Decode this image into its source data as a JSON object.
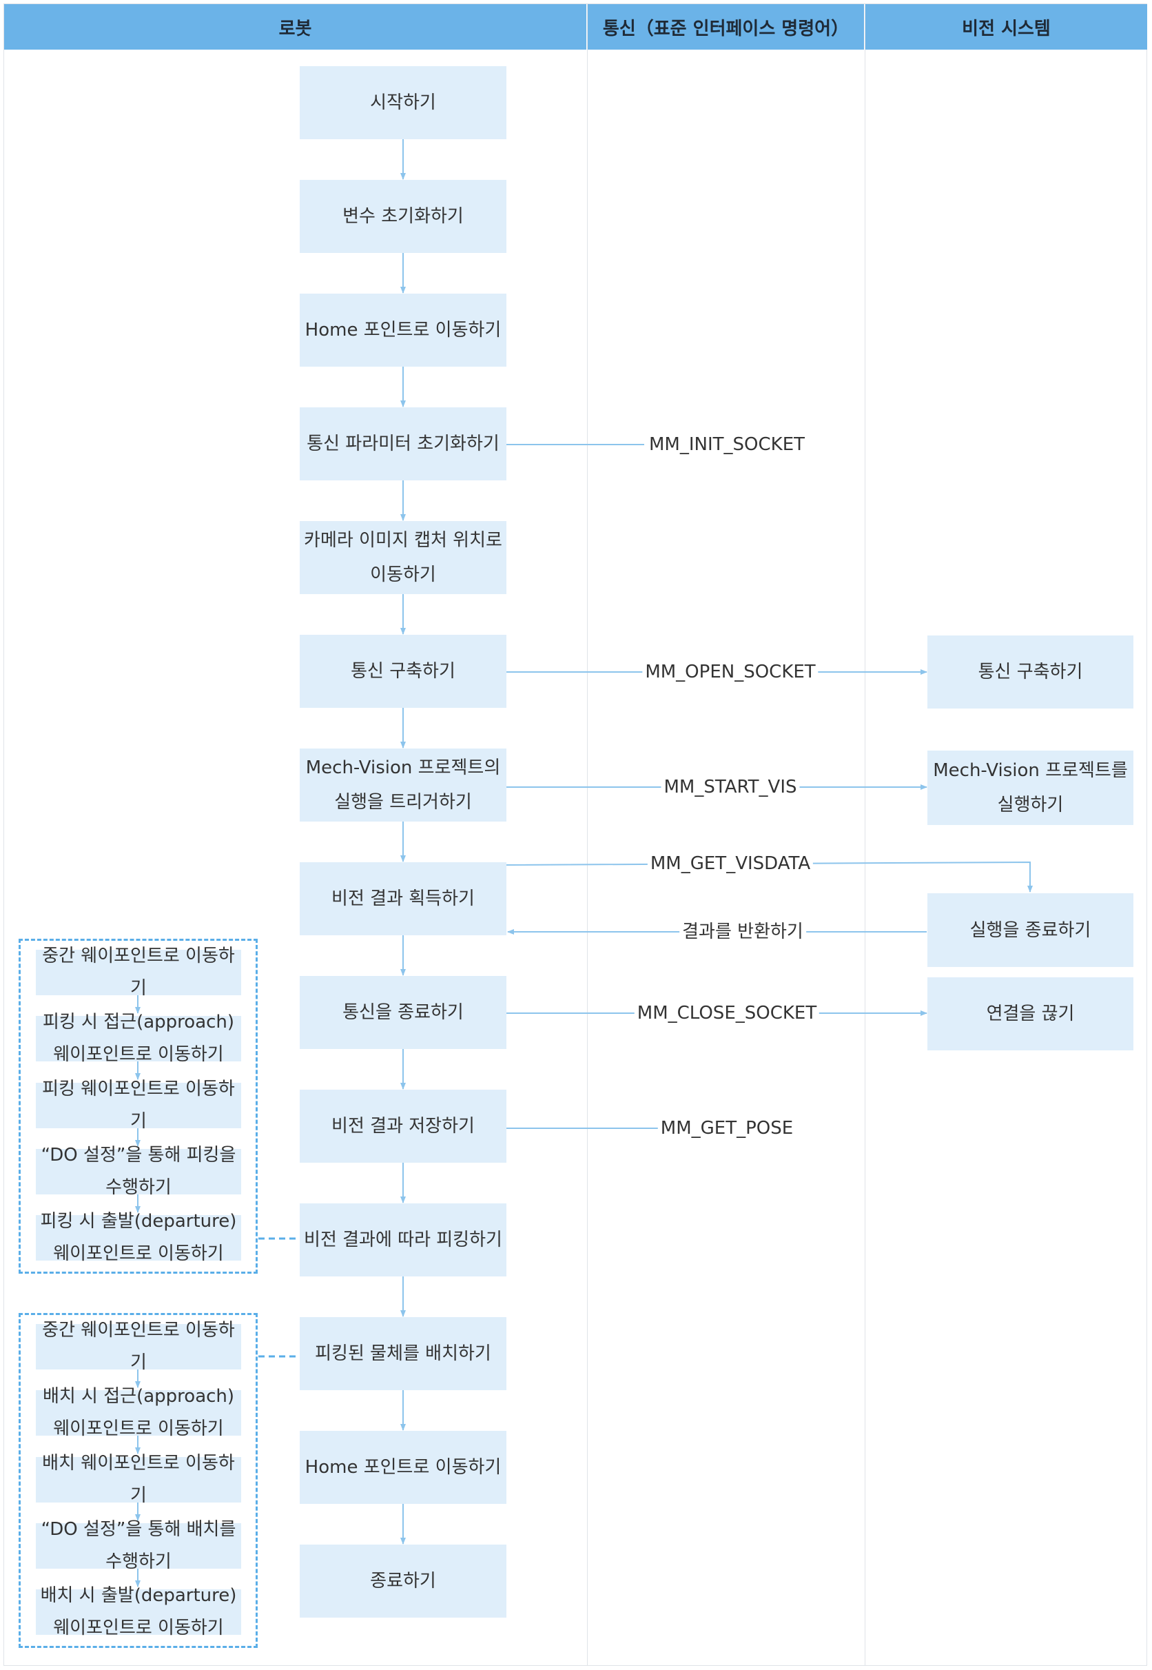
{
  "columns": {
    "robot": "로봇",
    "communication": "통신（표준 인터페이스 명령어）",
    "vision": "비전 시스템"
  },
  "robot_steps": [
    "시작하기",
    "변수 초기화하기",
    "Home 포인트로 이동하기",
    "통신 파라미터 초기화하기",
    "카메라 이미지 캡처 위치로 이동하기",
    "통신 구축하기",
    "Mech-Vision 프로젝트의 실행을 트리거하기",
    "비전 결과 획득하기",
    "통신을 종료하기",
    "비전 결과 저장하기",
    "비전 결과에 따라 피킹하기",
    "피킹된 물체를 배치하기",
    "Home 포인트로 이동하기",
    "종료하기"
  ],
  "vision_steps": [
    "통신 구축하기",
    "Mech-Vision 프로젝트를 실행하기",
    "실행을 종료하기",
    "연결을 끊기"
  ],
  "commands": {
    "init_socket": "MM_INIT_SOCKET",
    "open_socket": "MM_OPEN_SOCKET",
    "start_vis": "MM_START_VIS",
    "get_visdata": "MM_GET_VISDATA",
    "return_result": "결과를 반환하기",
    "close_socket": "MM_CLOSE_SOCKET",
    "get_pose": "MM_GET_POSE"
  },
  "pick_substeps": [
    "중간 웨이포인트로 이동하기",
    "피킹 시 접근(approach) 웨이포인트로 이동하기",
    "피킹 웨이포인트로 이동하기",
    "“DO 설정”을 통해 피킹을 수행하기",
    "피킹 시 출발(departure) 웨이포인트로 이동하기"
  ],
  "place_substeps": [
    "중간 웨이포인트로 이동하기",
    "배치 시 접근(approach) 웨이포인트로 이동하기",
    "배치 웨이포인트로 이동하기",
    "“DO 설정”을 통해 배치를 수행하기",
    "배치 시 출발(departure) 웨이포인트로 이동하기"
  ],
  "colors": {
    "header": "#6bb3e8",
    "box": "#dfeefa",
    "arrow": "#8cc4ec",
    "dashed": "#5aaee8"
  }
}
